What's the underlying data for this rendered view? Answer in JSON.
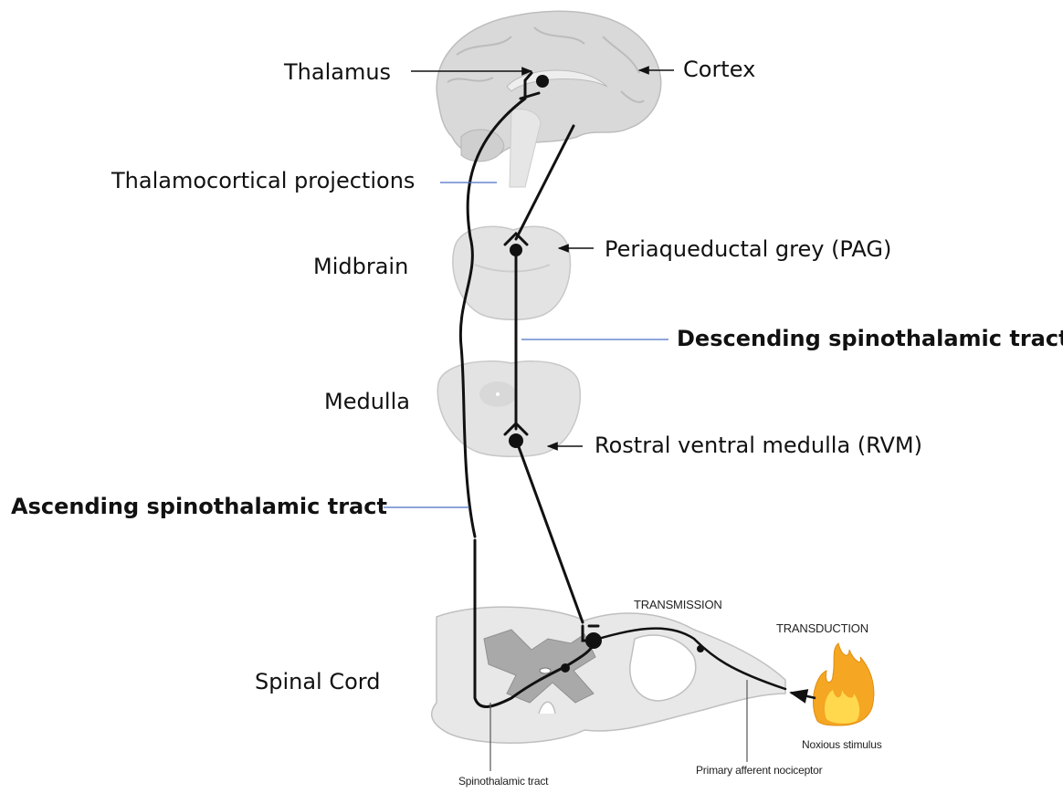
{
  "labels": {
    "thalamus": "Thalamus",
    "cortex": "Cortex",
    "thalamocortical": "Thalamocortical projections",
    "midbrain": "Midbrain",
    "pag": "Periaqueductal grey (PAG)",
    "descending": "Descending spinothalamic tract",
    "medulla": "Medulla",
    "rvm": "Rostral ventral medulla (RVM)",
    "ascending": "Ascending spinothalamic tract",
    "spinal_cord": "Spinal Cord"
  },
  "inset_labels": {
    "transmission": "TRANSMISSION",
    "transduction": "TRANSDUCTION",
    "noxious": "Noxious stimulus",
    "spinothalamic": "Spinothalamic tract",
    "afferent": "Primary afferent nociceptor"
  },
  "colors": {
    "tissue_fill": "#e3e3e3",
    "tissue_stroke": "#c8c8c8",
    "grey_matter": "#a9a9a9",
    "pathway": "#111111",
    "callout_line": "#4a6fc4",
    "flame_outer": "#f5a623",
    "flame_inner": "#ffd84d"
  }
}
